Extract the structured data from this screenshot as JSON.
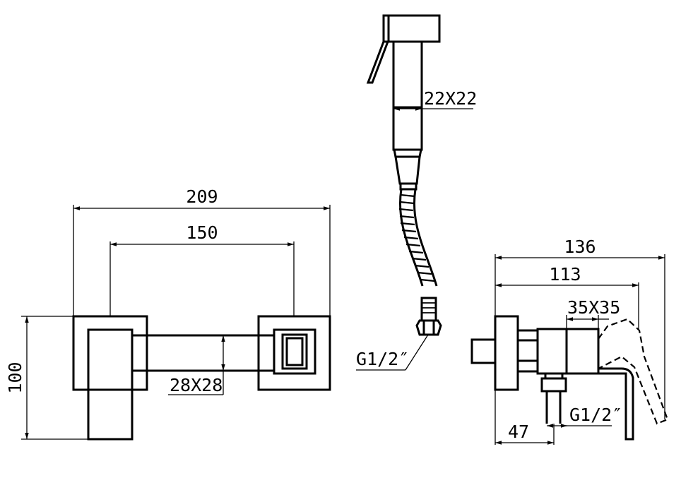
{
  "dimensions": {
    "d209": "209",
    "d150": "150",
    "d100": "100",
    "d28x28": "28X28",
    "d22x22": "22X22",
    "d_g12_hose": "G1/2″",
    "d136": "136",
    "d113": "113",
    "d35x35": "35X35",
    "d_g12_side": "G1/2″",
    "d47": "47"
  },
  "colors": {
    "line": "#000000",
    "background": "#ffffff"
  }
}
